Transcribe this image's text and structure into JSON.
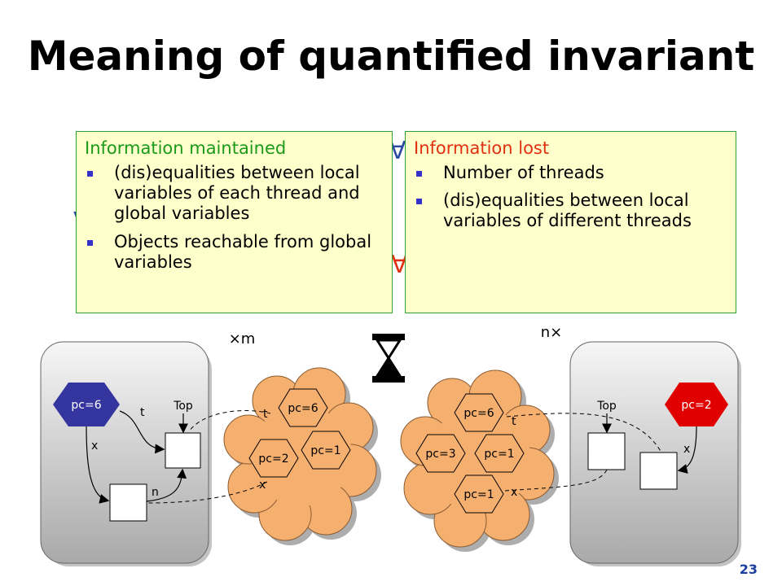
{
  "slide": {
    "title": "Meaning of quantified invariant",
    "page_number": "23"
  },
  "maintained": {
    "heading": "Information maintained",
    "items": [
      "(dis)equalities between local variables of each thread and global variables",
      "Objects reachable from global variables"
    ]
  },
  "lost": {
    "heading": "Information lost",
    "items": [
      "Number of threads",
      "(dis)equalities between local variables of different threads"
    ]
  },
  "diagram": {
    "left_multiplier": "×m",
    "right_multiplier": "n×",
    "left_heap": {
      "thread": "pc=6",
      "edge_t": "t",
      "edge_x": "x",
      "edge_n": "n",
      "top": "Top"
    },
    "left_cloud": {
      "pc_a": "pc=6",
      "pc_b": "pc=2",
      "pc_c": "pc=1",
      "t": "t",
      "x": "x"
    },
    "right_cloud": {
      "pc_a": "pc=6",
      "pc_b": "pc=3",
      "pc_c": "pc=1",
      "pc_d": "pc=1",
      "t": "t",
      "x": "x"
    },
    "right_heap": {
      "thread": "pc=2",
      "top": "Top",
      "edge_x": "x"
    }
  },
  "colors": {
    "maintained_heading": "#1a9a1a",
    "lost_heading": "#e03010",
    "box_fill": "#ffffcc",
    "box_border": "#33a033",
    "cloud_fill": "#f5b070",
    "thread_blue": "#3535a0",
    "thread_red": "#e00000",
    "bullet": "#3333cc"
  }
}
